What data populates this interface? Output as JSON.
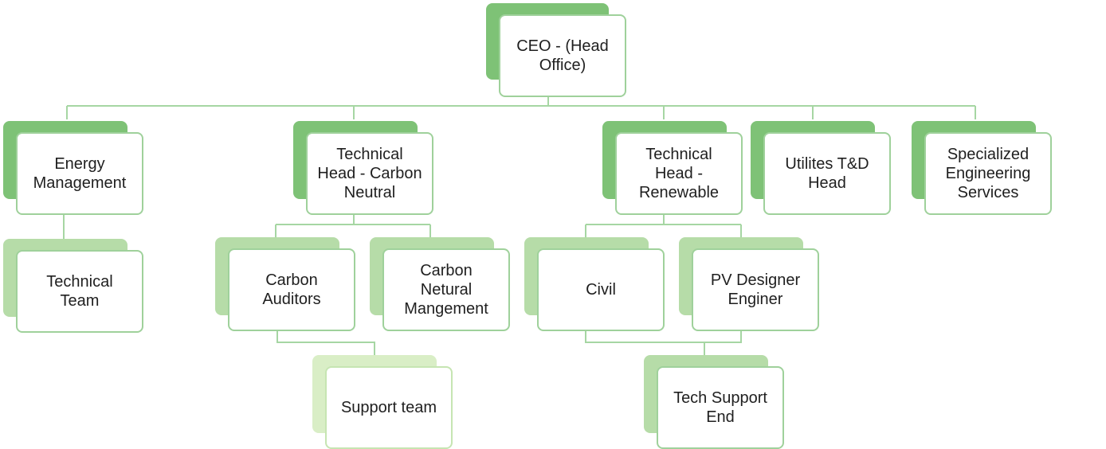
{
  "org_chart": {
    "nodes": [
      {
        "id": "ceo",
        "label": "CEO - (Head\nOffice)",
        "parent": null
      },
      {
        "id": "energy-management",
        "label": "Energy\nManagement",
        "parent": "ceo"
      },
      {
        "id": "technical-head-carbon-neutral",
        "label": "Technical\nHead - Carbon\nNeutral",
        "parent": "ceo"
      },
      {
        "id": "technical-head-renewable",
        "label": "Technical\nHead -\nRenewable",
        "parent": "ceo"
      },
      {
        "id": "utilities-td-head",
        "label": "Utilites T&D\nHead",
        "parent": "ceo"
      },
      {
        "id": "specialized-engineering-services",
        "label": "Specialized\nEngineering\nServices",
        "parent": "ceo"
      },
      {
        "id": "technical-team",
        "label": "Technical\nTeam",
        "parent": "energy-management"
      },
      {
        "id": "carbon-auditors",
        "label": "Carbon\nAuditors",
        "parent": "technical-head-carbon-neutral"
      },
      {
        "id": "carbon-neutral-management",
        "label": "Carbon\nNetural\nMangement",
        "parent": "technical-head-carbon-neutral"
      },
      {
        "id": "civil",
        "label": "Civil",
        "parent": "technical-head-renewable"
      },
      {
        "id": "pv-designer-engineer",
        "label": "PV Designer\nEnginer",
        "parent": "technical-head-renewable"
      },
      {
        "id": "support-team",
        "label": "Support team",
        "parent": "carbon-auditors"
      },
      {
        "id": "tech-support-end",
        "label": "Tech Support\nEnd",
        "parent": "civil"
      }
    ],
    "colors": {
      "connector": "#a6d6a3",
      "box_border": "#9fd19b",
      "shadow_dark": "#7ec276",
      "shadow_mid": "#b6dca8",
      "shadow_light": "#d9eec6"
    }
  }
}
